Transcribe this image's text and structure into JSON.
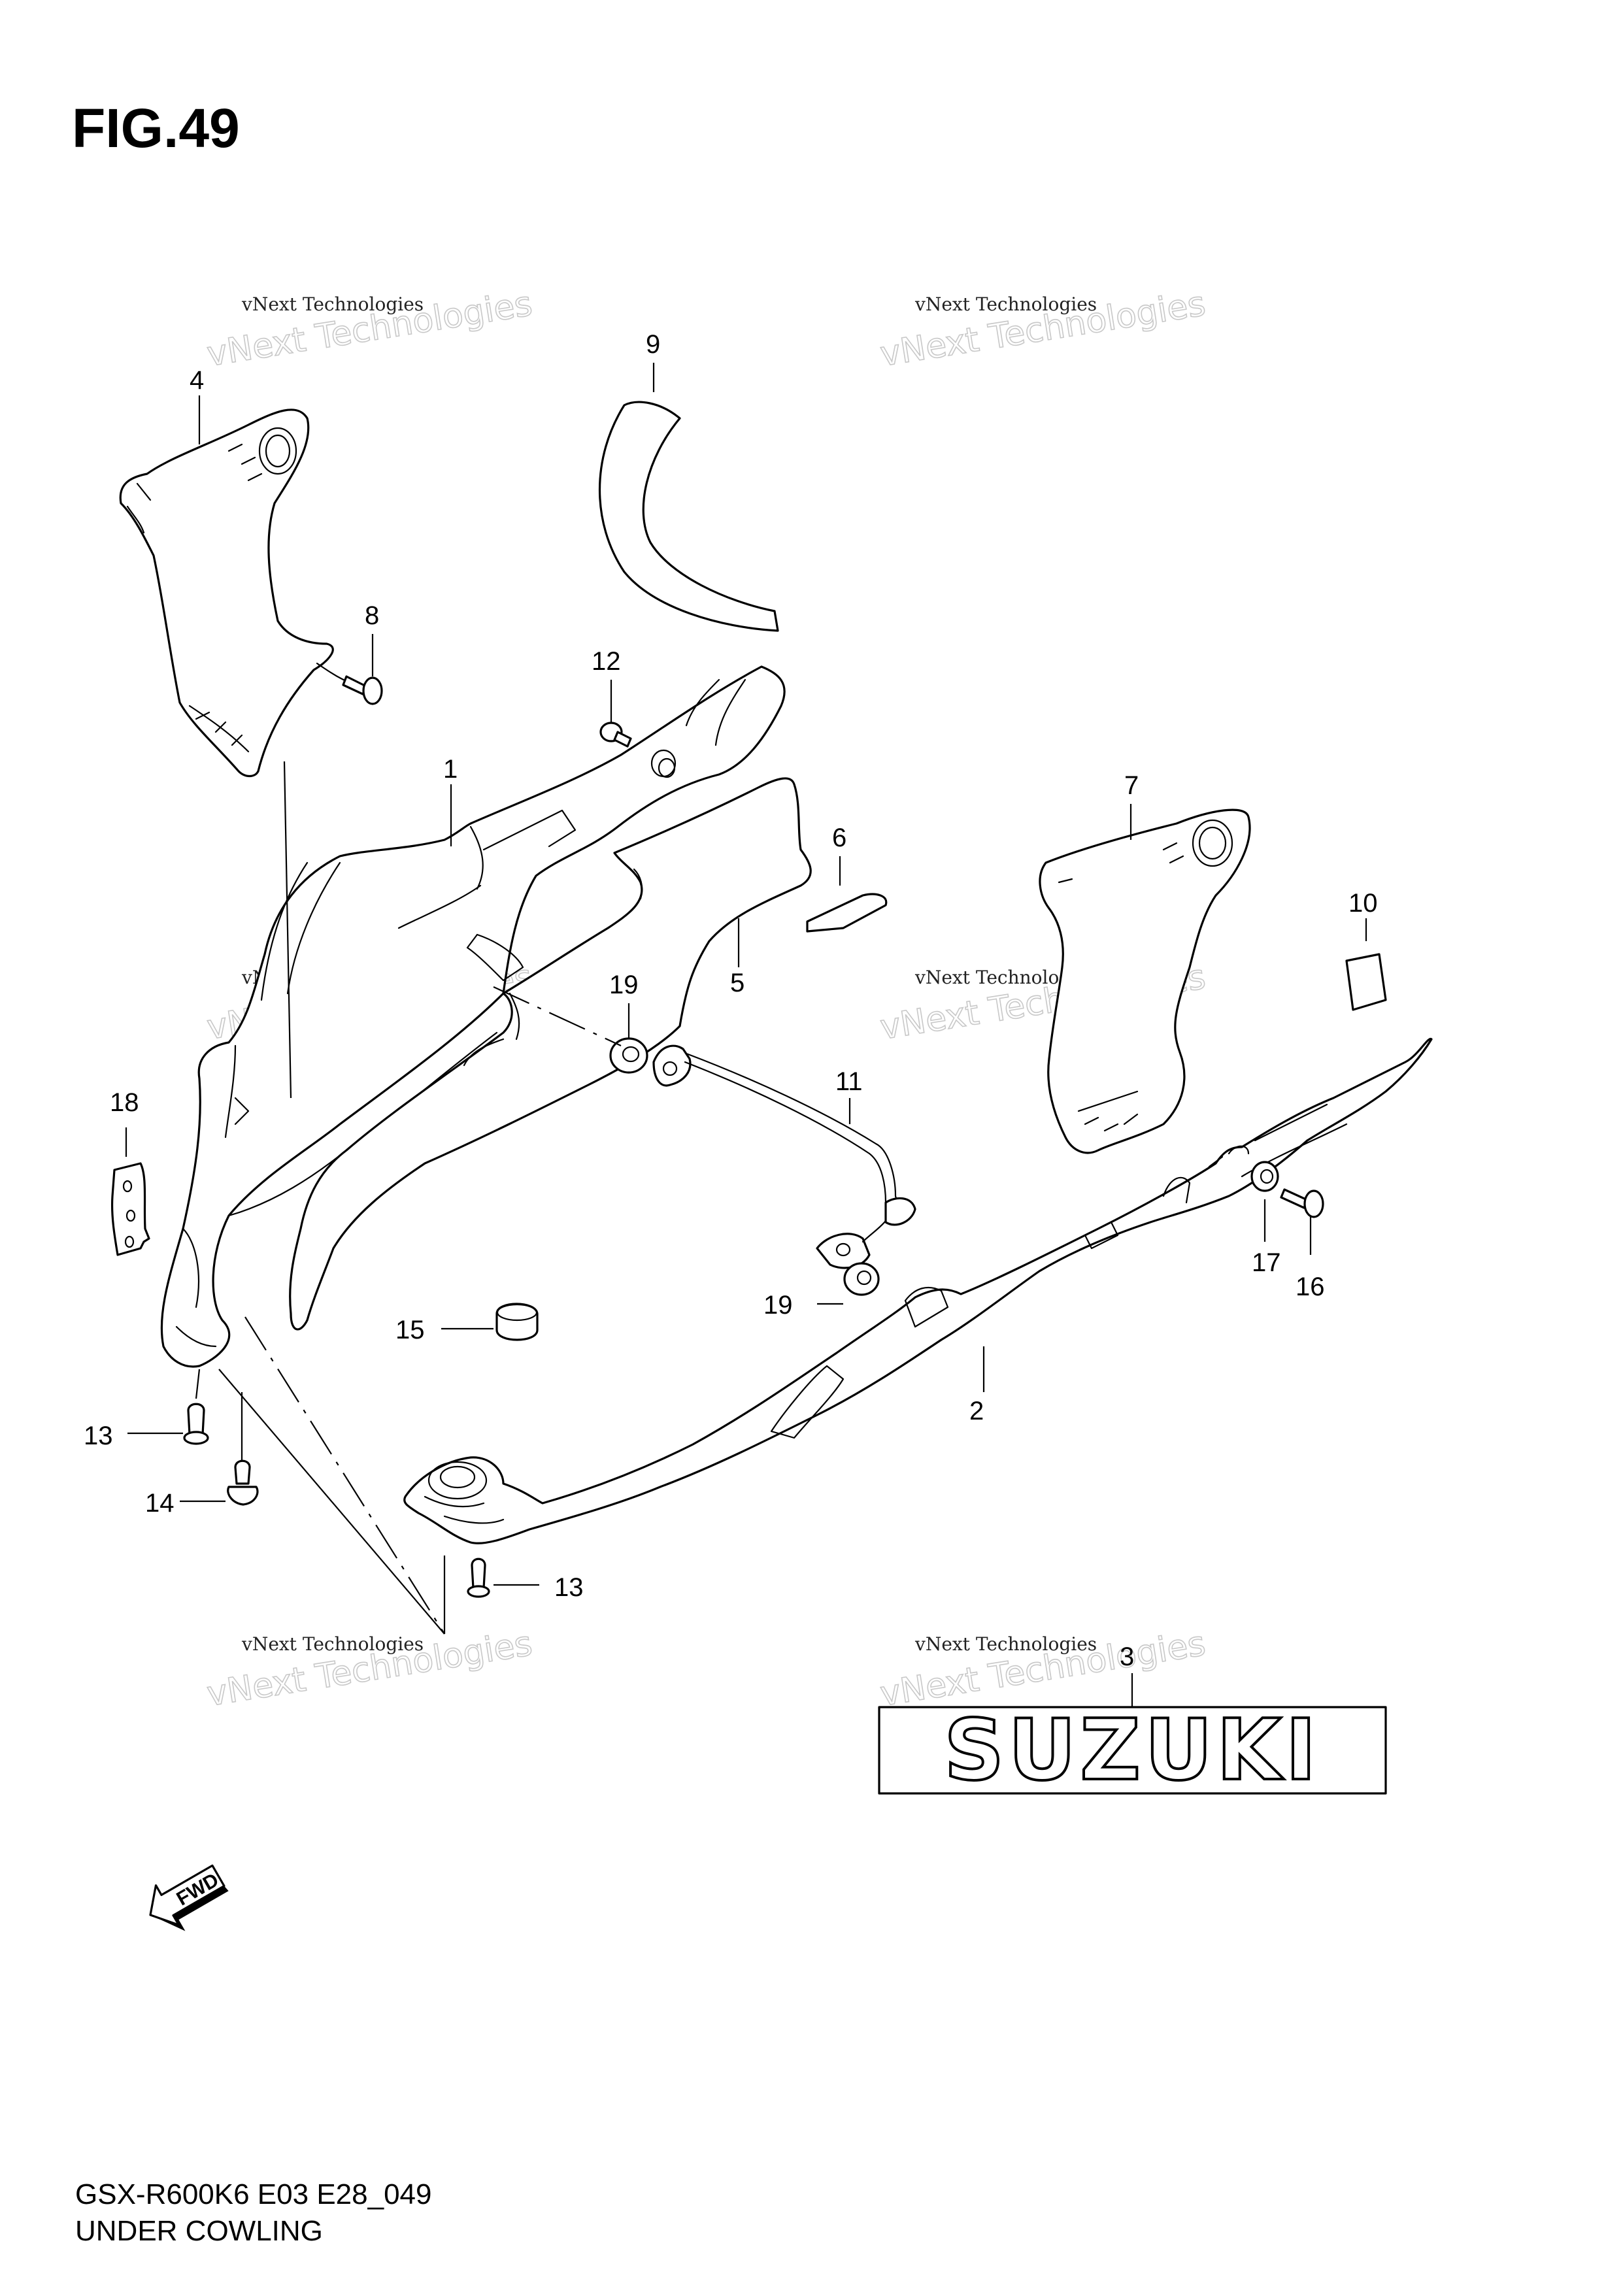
{
  "figure": {
    "title": "FIG.49",
    "model_code": "GSX-R600K6 E03 E28_049",
    "caption": "UNDER COWLING"
  },
  "watermark": {
    "small_text": "vNext Technologies",
    "large_text": "vNext Technologies"
  },
  "decal": {
    "text": "SUZUKI"
  },
  "fwd_arrow": {
    "text": "FWD"
  },
  "callouts": {
    "c1": "1",
    "c2": "2",
    "c3": "3",
    "c4": "4",
    "c5": "5",
    "c6": "6",
    "c7": "7",
    "c8": "8",
    "c9": "9",
    "c10": "10",
    "c11": "11",
    "c12": "12",
    "c13a": "13",
    "c13b": "13",
    "c14": "14",
    "c15": "15",
    "c16": "16",
    "c17": "17",
    "c18": "18",
    "c19a": "19",
    "c19b": "19"
  }
}
